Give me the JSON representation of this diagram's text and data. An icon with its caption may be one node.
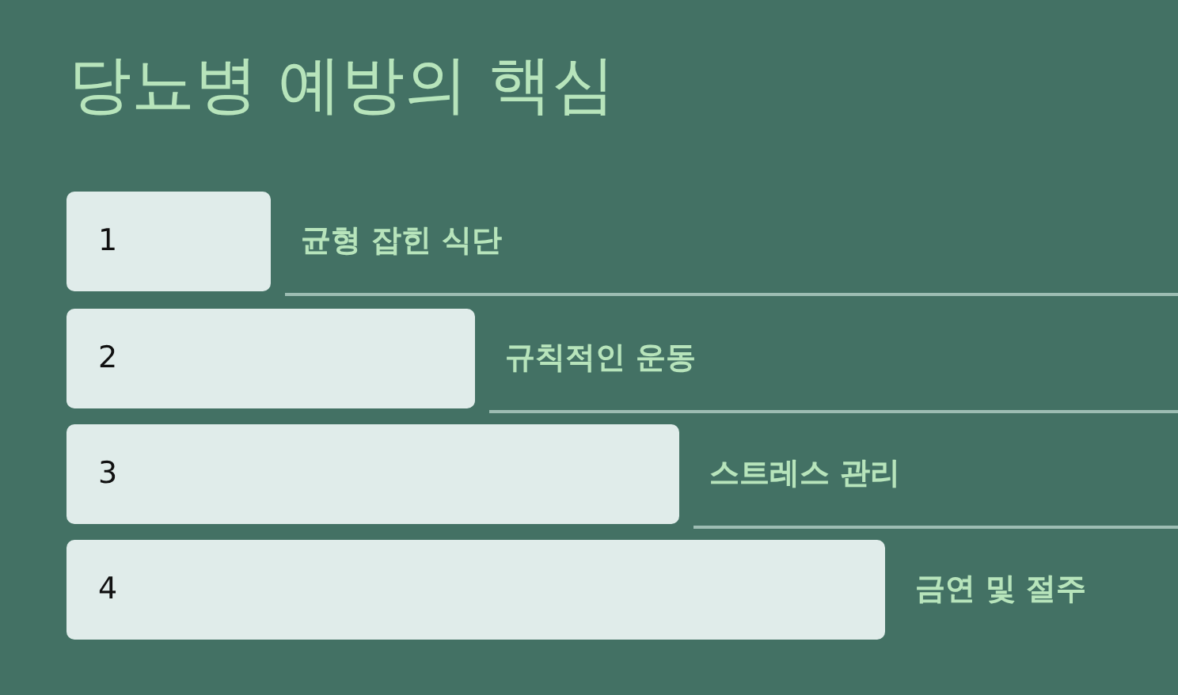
{
  "diagram": {
    "title": "당뇨병 예방의 핵심",
    "nodes": [
      {
        "text": [
          "1"
        ],
        "beside": [
          "균형 잡힌 식단"
        ]
      },
      {
        "text": [
          "2"
        ],
        "beside": [
          "규칙적인 운동"
        ]
      },
      {
        "text": [
          "3"
        ],
        "beside": [
          "스트레스 관리"
        ]
      },
      {
        "text": [
          "4"
        ],
        "beside": [
          "금연 및 절주"
        ]
      }
    ]
  }
}
